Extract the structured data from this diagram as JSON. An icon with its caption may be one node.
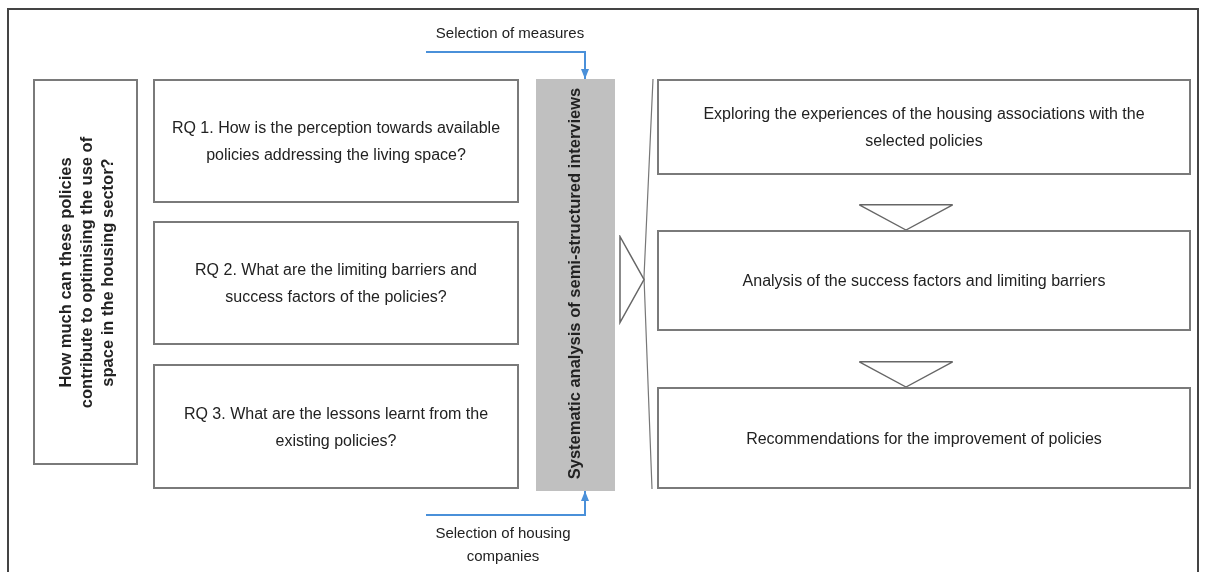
{
  "diagram": {
    "nodes": [
      {
        "text": [
          "How much can these policies contribute to optimising the use of space in the housing sector?"
        ]
      },
      {
        "text": [
          "RQ 1. How is the perception towards available policies addressing the living space?"
        ]
      },
      {
        "text": [
          "RQ 2. What are the limiting barriers and success factors of the policies?"
        ]
      },
      {
        "text": [
          "RQ 3. What are the lessons learnt from the existing policies?"
        ]
      },
      {
        "text": [
          "Systematic analysis of semi-structured interviews"
        ]
      },
      {
        "text": [
          "Selection of measures"
        ]
      },
      {
        "text": [
          "Selection of housing companies"
        ]
      },
      {
        "text": [
          "Exploring the experiences of the housing associations with the selected policies"
        ]
      },
      {
        "text": [
          "Analysis of the success factors and limiting barriers"
        ]
      },
      {
        "text": [
          "Recommendations for the improvement of policies"
        ]
      }
    ],
    "edges": [
      {
        "from": 5,
        "to": 4,
        "arrow": "to",
        "color": "#4a90d9"
      },
      {
        "from": 6,
        "to": 4,
        "arrow": "to",
        "color": "#4a90d9"
      },
      {
        "from": 4,
        "to": 8,
        "arrow": "to"
      },
      {
        "from": 7,
        "to": 8,
        "arrow": "to"
      },
      {
        "from": 8,
        "to": 9,
        "arrow": "to"
      }
    ]
  }
}
